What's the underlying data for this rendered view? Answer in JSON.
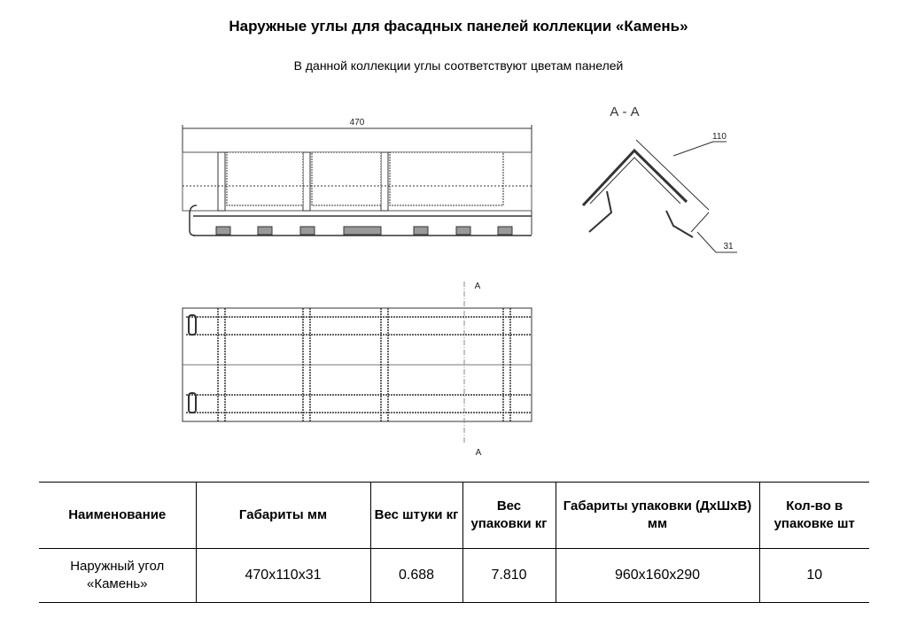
{
  "title": "Наружные углы для фасадных панелей коллекции «Камень»",
  "subtitle": "В данной коллекции углы соответствуют цветам панелей",
  "drawing": {
    "length_label": "470",
    "section_label": "А - А",
    "width_label": "110",
    "depth_label": "31",
    "cut_top": "А",
    "cut_bottom": "А"
  },
  "table": {
    "headers": [
      "Наименование",
      "Габариты мм",
      "Вес штуки кг",
      "Вес упаковки кг",
      "Габариты упаковки (ДхШхВ) мм",
      "Кол-во в упаковке шт"
    ],
    "rows": [
      [
        "Наружный угол «Камень»",
        "470x110x31",
        "0.688",
        "7.810",
        "960x160x290",
        "10"
      ]
    ]
  }
}
